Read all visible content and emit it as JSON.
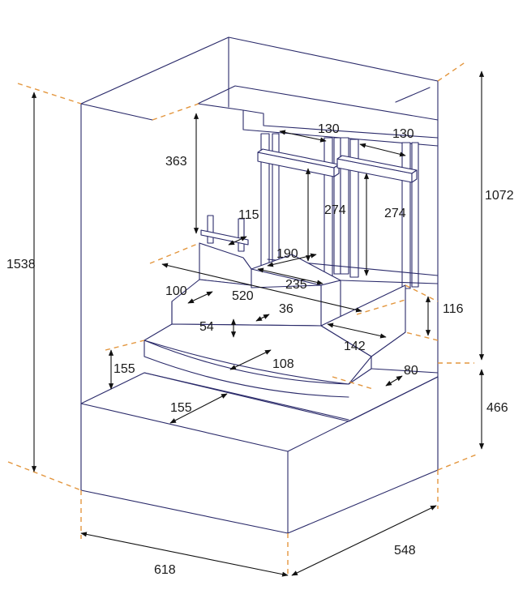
{
  "dimensions": {
    "total_height": "1538",
    "upper_height": "1072",
    "lower_height": "466",
    "width": "618",
    "depth": "548",
    "inner_top_height": "363",
    "span_left": "130",
    "span_right": "130",
    "post_left": "274",
    "post_right": "274",
    "small_post_height": "115",
    "upper_step_depth": "190",
    "upper_step_width": "235",
    "step_width": "520",
    "left_step_depth": "100",
    "step_height": "36",
    "middle_step_height": "116",
    "step_54": "54",
    "step_142": "142",
    "curved_step_depth": "108",
    "left_curved_height": "155",
    "base_top_depth": "155",
    "right_step_80": "80"
  },
  "colors": {
    "line": "#2a2a6a",
    "dashed": "#e3963e",
    "dimension": "#111111"
  }
}
